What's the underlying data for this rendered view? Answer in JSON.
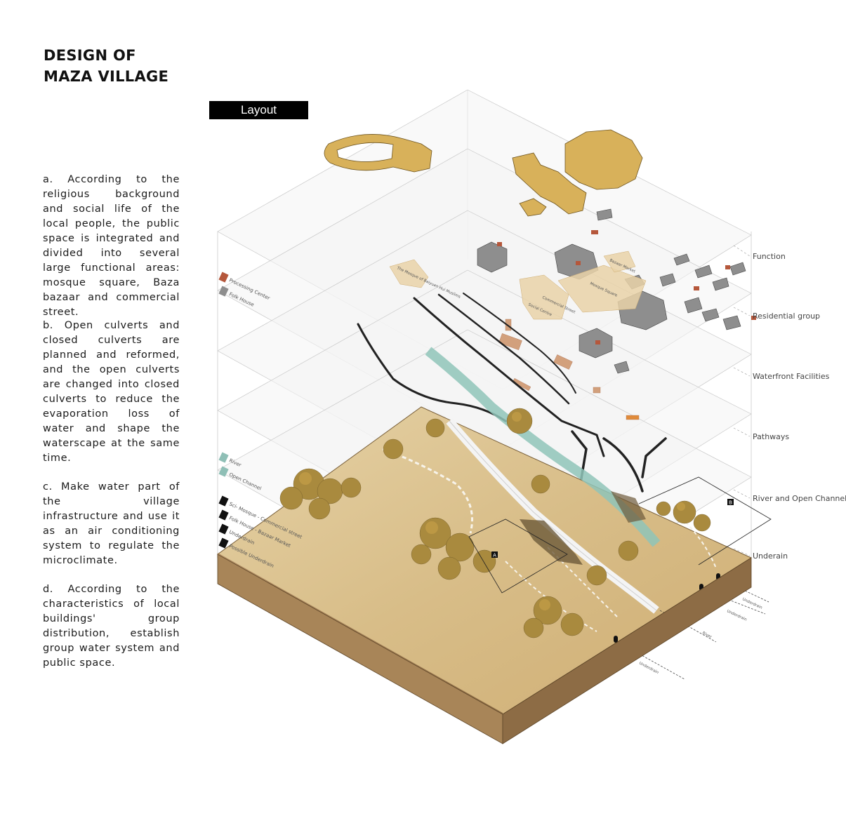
{
  "title": {
    "line1": "DESIGN OF",
    "line2": "MAZA VILLAGE"
  },
  "paragraphs": [
    "a. According to the religious background and social life of the local people, the public space is integrated and divided into several large functional areas: mosque square, Baza bazaar and commercial street.",
    "b. Open culverts and closed culverts are planned and reformed, and the open culverts are changed into closed culverts to reduce the evaporation loss of water and shape the waterscape at the same time.",
    "c. Make water part of the village infrastructure and use it as an air conditioning system to regulate the microclimate.",
    "d. According to the characteristics of local buildings' group distribution, establish group water system and public space."
  ],
  "badge": "Layout",
  "layers": {
    "function": "Function",
    "residential": "Residential group",
    "waterfront": "Waterfront Facilities",
    "pathways": "Pathways",
    "river": "River and Open Channel",
    "underain": "Underain"
  },
  "legend_top": [
    {
      "label": "Processing Center",
      "color": "#b5573b"
    },
    {
      "label": "Folk House",
      "color": "#8e8e8e"
    }
  ],
  "legend_bottom": [
    {
      "label": "River",
      "color": "#8fbfb6"
    },
    {
      "label": "Open Channel",
      "color": "#8fbfb6"
    },
    {
      "label": "Sci- Mosque - Commercial street",
      "color": "#111111"
    },
    {
      "label": "Folk House - Bazaar Market",
      "color": "#111111"
    },
    {
      "label": "Underdrain",
      "color": "#111111"
    },
    {
      "label": "Possible Underdrain",
      "color": "#111111"
    }
  ],
  "map_labels": {
    "mosque": "The Mosque of Baiyuan Hui Muslims",
    "bazaar": "Bazaar Market",
    "mosque_square": "Mosque Square",
    "commercial_street": "Commercial Street",
    "social_center": "Social Centre",
    "marker_a": "A",
    "marker_b": "B",
    "arrow_underdrain_1": "Underdrain",
    "arrow_underdrain_2": "Underdrain",
    "arrow_underdrain_3": "Underdrain",
    "arrow_river": "River"
  },
  "colors": {
    "accent_gold": "#d8b15a",
    "sand": "#d8bf8c",
    "terrain_side": "#a9875a",
    "water": "#8fc4b8",
    "roof_red": "#b5573b",
    "house_gray": "#8e8e8e"
  }
}
